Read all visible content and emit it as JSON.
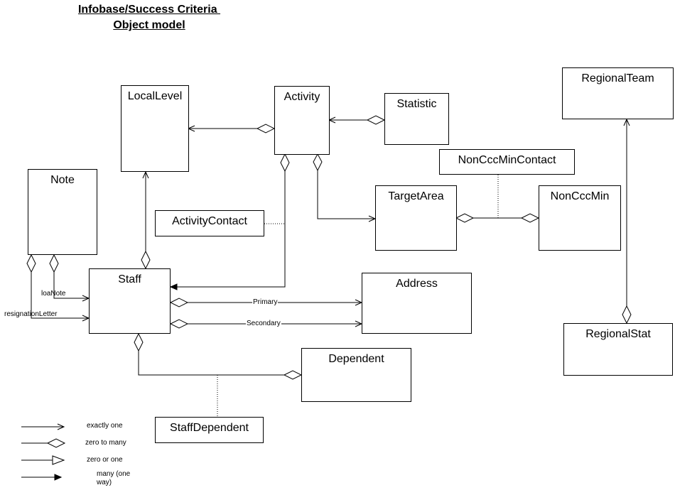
{
  "title": {
    "line1": "Infobase/Success Criteria ",
    "line2": "Object model"
  },
  "classes": {
    "local_level": "LocalLevel",
    "activity": "Activity",
    "statistic": "Statistic",
    "regional_team": "RegionalTeam",
    "non_ccc_min_contact": "NonCccMinContact",
    "note": "Note",
    "target_area": "TargetArea",
    "non_ccc_min": "NonCccMin",
    "activity_contact": "ActivityContact",
    "staff": "Staff",
    "address": "Address",
    "regional_stat": "RegionalStat",
    "dependent": "Dependent",
    "staff_dependent": "StaffDependent"
  },
  "relation_labels": {
    "loa_note": "loaNote",
    "resignation_letter": "resignationLetter",
    "primary": "Primary",
    "secondary": "Secondary"
  },
  "legend": {
    "exactly_one": "exactly one",
    "zero_to_many": "zero to many",
    "zero_or_one": "zero or one",
    "many_one_way_1": "many (one",
    "many_one_way_2": "way)"
  }
}
